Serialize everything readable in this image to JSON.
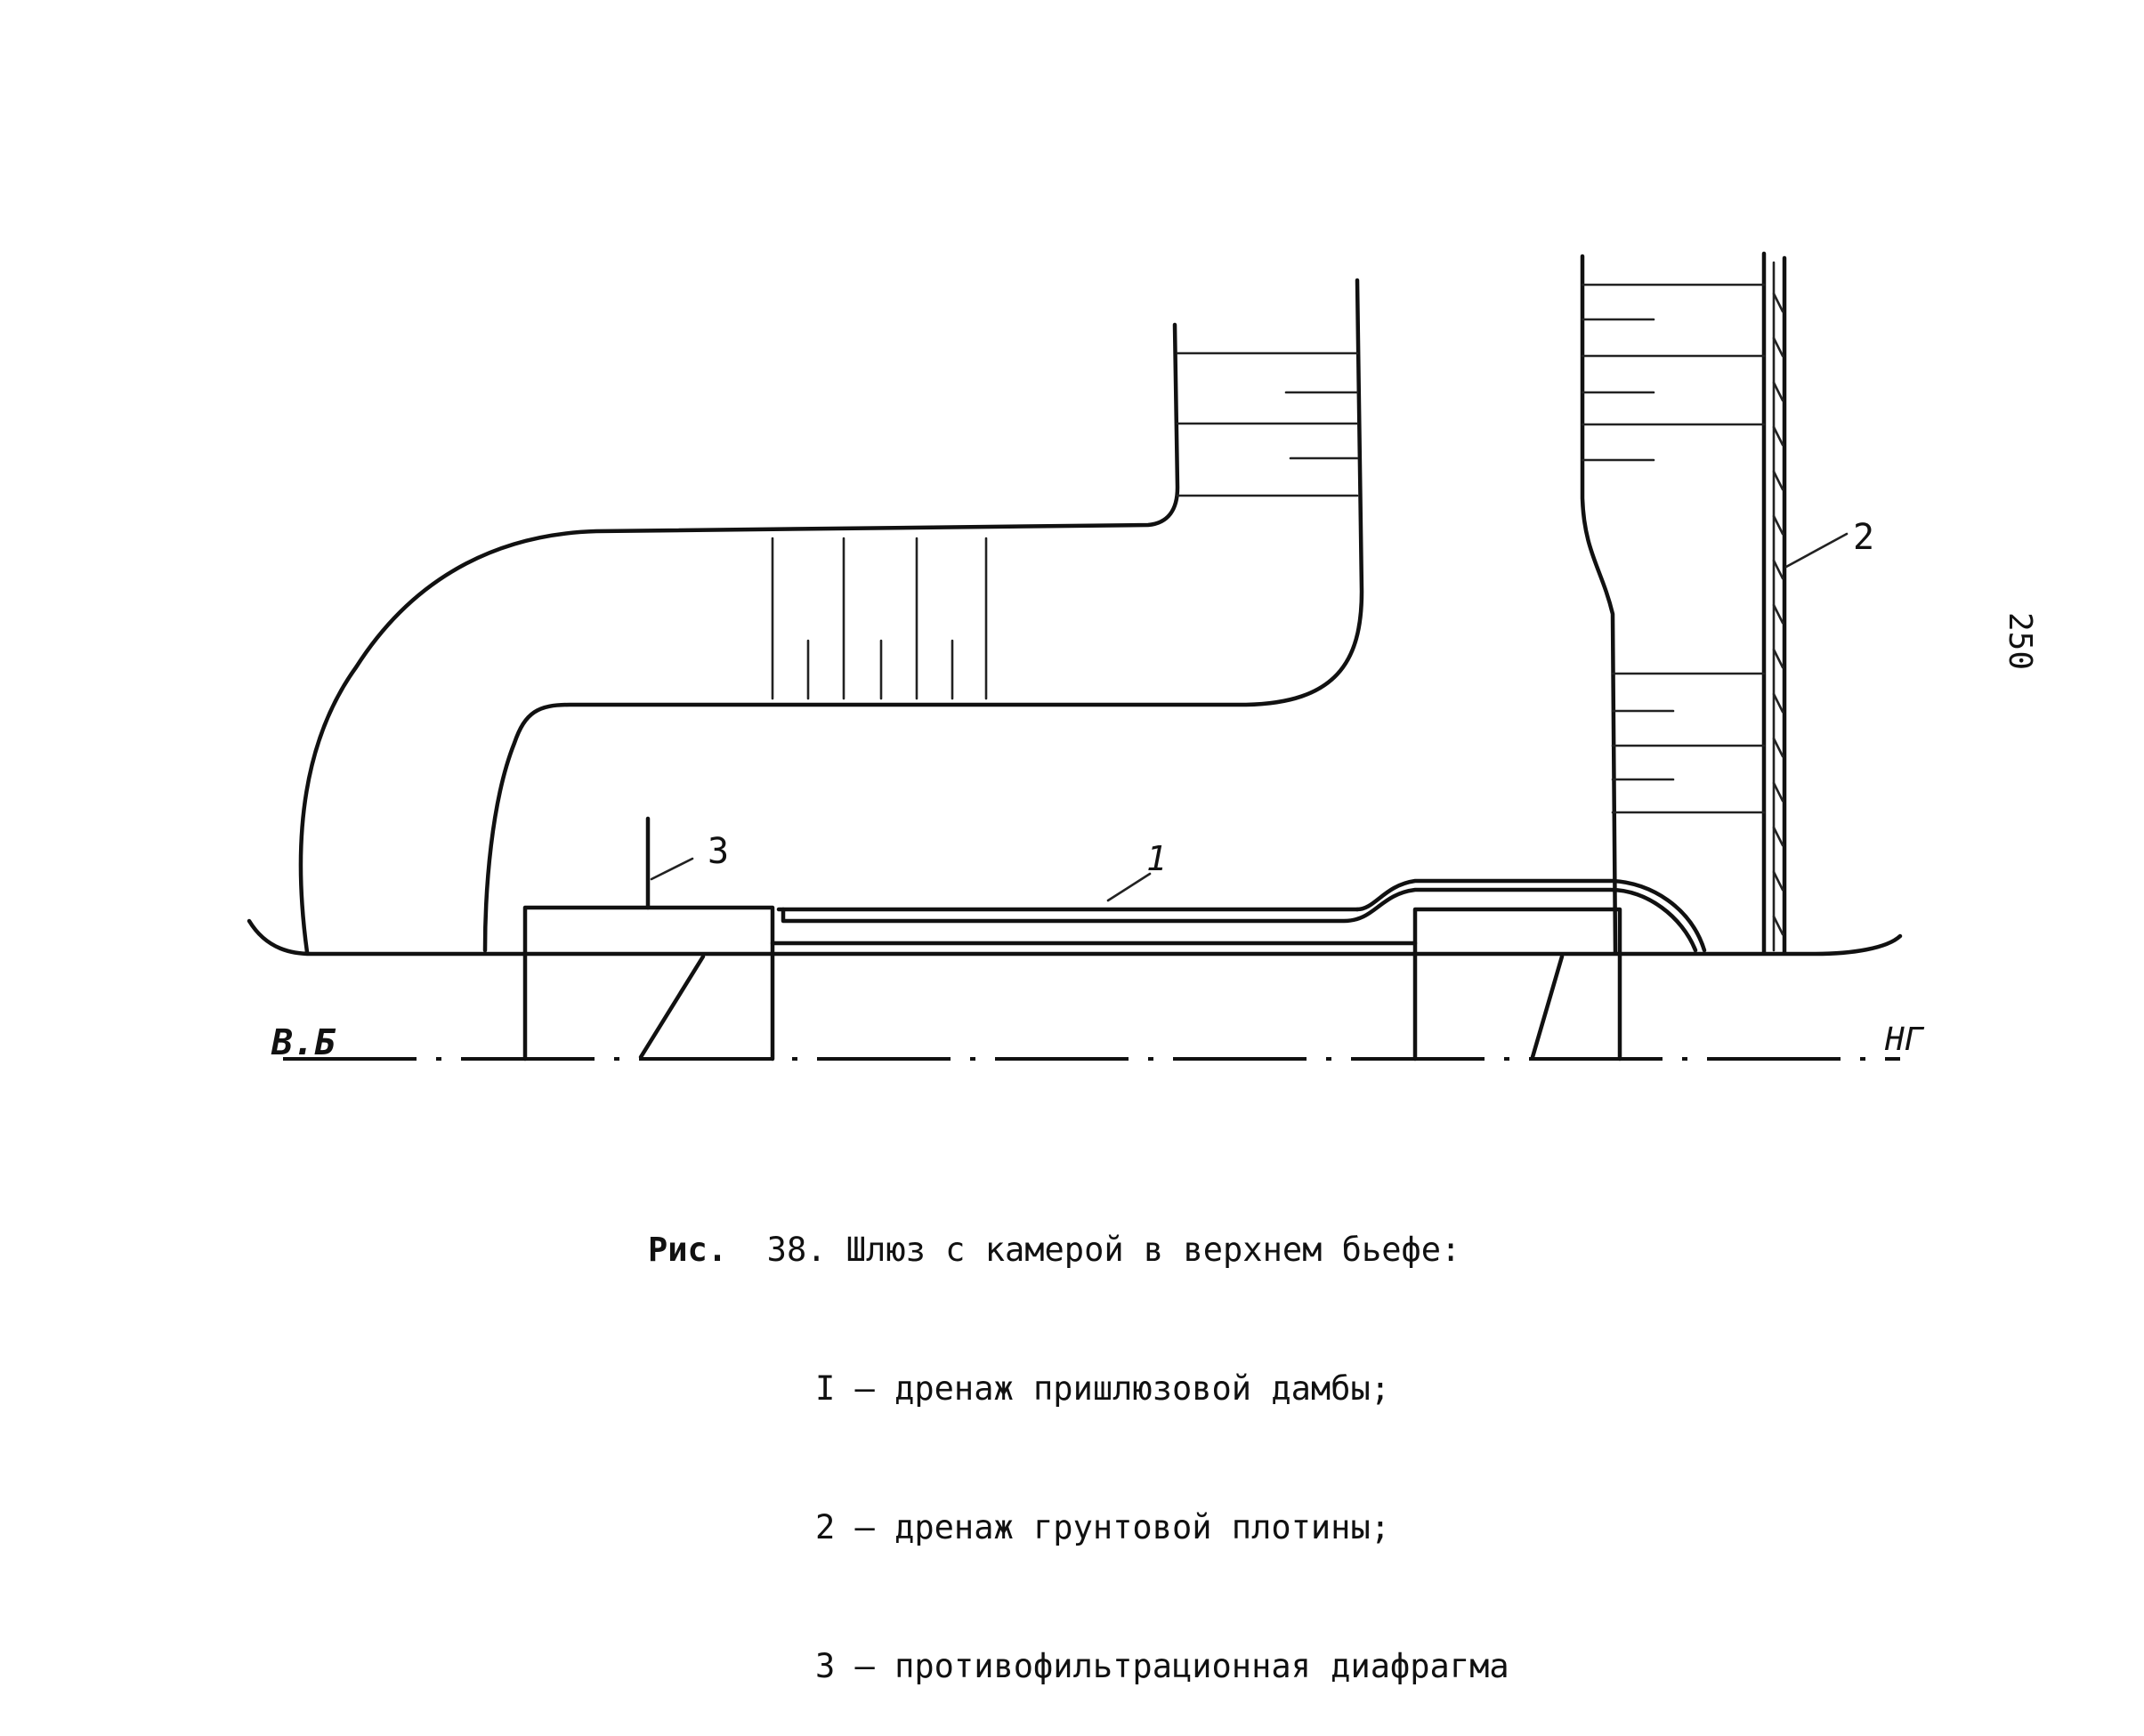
{
  "diagram": {
    "page_number": "250",
    "labels": {
      "upstream": "В.Б",
      "downstream": "НГ",
      "item1": "1",
      "item2": "2",
      "item3": "3"
    }
  },
  "caption": {
    "prefix": "Рис.",
    "title": "38. Шлюз с камерой в верхнем бьефе:",
    "items": [
      "I – дренаж пришлюзовой дамбы;",
      "2 – дренаж грунтовой плотины;",
      "3 – противофильтрационная диафрагма"
    ]
  }
}
